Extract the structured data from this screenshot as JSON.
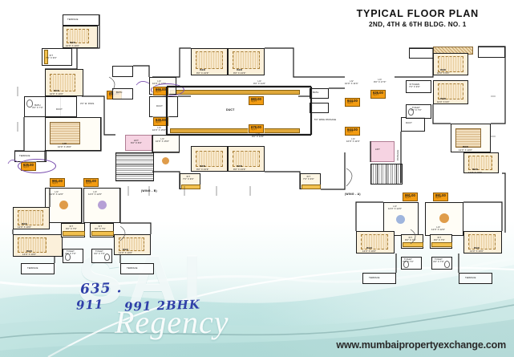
{
  "title": {
    "main": "TYPICAL FLOOR PLAN",
    "sub": "2ND, 4TH & 6TH BLDG. NO. 1"
  },
  "branding": {
    "watermark_primary": "SAI",
    "watermark_script": "Regency",
    "website": "www.mumbaipropertyexchange.com"
  },
  "handwritten_note": {
    "line1": "635 .",
    "line2a": "911",
    "line2b": "991 2BHK"
  },
  "wings": [
    {
      "label": "(WING - B)"
    },
    {
      "label": "(WING - A)"
    }
  ],
  "area_badges": [
    {
      "value": "911.00",
      "unit": "SQ.FT."
    },
    {
      "value": "666.00",
      "unit": "SQ.FT."
    },
    {
      "value": "645.00",
      "unit": "SQ.FT."
    },
    {
      "value": "683.00",
      "unit": "SQ.FT."
    },
    {
      "value": "679.00",
      "unit": "SQ.FT."
    },
    {
      "value": "644.00",
      "unit": "SQ.FT."
    },
    {
      "value": "626.00",
      "unit": "SQ.FT."
    },
    {
      "value": "644.00",
      "unit": "SQ.FT."
    },
    {
      "value": "998.00",
      "unit": "SQ.FT."
    },
    {
      "value": "625.00",
      "unit": "SQ.FT."
    },
    {
      "value": "991.00",
      "unit": "SQ.FT."
    },
    {
      "value": "991.00",
      "unit": "SQ.FT."
    },
    {
      "value": "991.00",
      "unit": "SQ.FT."
    },
    {
      "value": "991.00",
      "unit": "SQ.FT."
    }
  ],
  "rooms": {
    "top_left": [
      {
        "name": "TERRACE",
        "dim": ""
      },
      {
        "name": "BED",
        "dim": "10'0\" X 10'0\""
      },
      {
        "name": "BED",
        "dim": "10'0\" X 10'0\""
      },
      {
        "name": "TOILET",
        "dim": "4'0\" X 7'0\""
      },
      {
        "name": "KIT",
        "dim": "7'6\" X 9'0\""
      },
      {
        "name": "LIV",
        "dim": "10'0\" X 15'0\""
      },
      {
        "name": "BED",
        "dim": "10'0\" X 10'0\""
      }
    ],
    "top_center": [
      {
        "name": "BED",
        "dim": "9'0\" X 13'9\""
      },
      {
        "name": "BED",
        "dim": "9'0\" X 13'9\""
      },
      {
        "name": "LIV",
        "dim": "9'0\" X 17'0\""
      },
      {
        "name": "KIT",
        "dim": "7'0\" X 9'0\""
      },
      {
        "name": "DUCT",
        "dim": ""
      },
      {
        "name": "BATH",
        "dim": "5'0\" X 7'0\""
      }
    ],
    "top_right": [
      {
        "name": "LIV",
        "dim": "9'0\" X 17'0\""
      },
      {
        "name": "KITCHEN",
        "dim": "7'0\" X 9'0\""
      },
      {
        "name": "BED",
        "dim": "10'0\" X 9'0\""
      },
      {
        "name": "TOILET",
        "dim": "4'0\" X 7'0\""
      },
      {
        "name": "TERRACE",
        "dim": ""
      }
    ],
    "center": [
      {
        "name": "DUCT",
        "dim": ""
      },
      {
        "name": "3'0\" W. PASSAGE",
        "dim": ""
      },
      {
        "name": "5'0\" WIDE PASSAGE",
        "dim": ""
      },
      {
        "name": "PASSAGE",
        "dim": ""
      },
      {
        "name": "LIFT",
        "dim": "6'0\" X 6'0\""
      }
    ],
    "bottom_left": [
      {
        "name": "LIV",
        "dim": "12'0\" X 12'0\""
      },
      {
        "name": "BED",
        "dim": "12'0\" X 10'0\""
      },
      {
        "name": "BED",
        "dim": "12'0\" X 10'0\""
      },
      {
        "name": "KIT",
        "dim": "9'0\" X 7'6\""
      },
      {
        "name": "TOILET",
        "dim": "4'0\" X 7'0\""
      },
      {
        "name": "TERRACE",
        "dim": ""
      }
    ],
    "bottom_right": [
      {
        "name": "LIV",
        "dim": "12'0\" X 12'0\""
      },
      {
        "name": "BED",
        "dim": "12'0\" X 10'0\""
      },
      {
        "name": "BED",
        "dim": "12'0\" X 10'0\""
      },
      {
        "name": "KIT",
        "dim": "9'0\" X 7'6\""
      },
      {
        "name": "TOILET",
        "dim": "4'0\" X 7'0\""
      },
      {
        "name": "TERRACE",
        "dim": ""
      }
    ]
  },
  "labels": {
    "bed": "BED",
    "liv": "LIV",
    "kit": "KIT",
    "kitchen": "KITCHEN",
    "bath": "BATH",
    "toilet": "TOILET",
    "terrace": "TERRACE",
    "duct": "DUCT",
    "lift": "LIFT",
    "passage": "PASSAGE",
    "passage_3ft": "3'0\" W. PASS.",
    "passage_5ft": "5'0\" WIDE PASSAGE",
    "sqft": "SQ.FT."
  },
  "colors": {
    "badge_fill": "#f39c12",
    "lift_fill": "#f6d3e2",
    "wall": "#1c1c1c",
    "handwriting": "#2f3fa8",
    "watermark": "#ffffff",
    "bg_teal": "#cfe9e7"
  }
}
